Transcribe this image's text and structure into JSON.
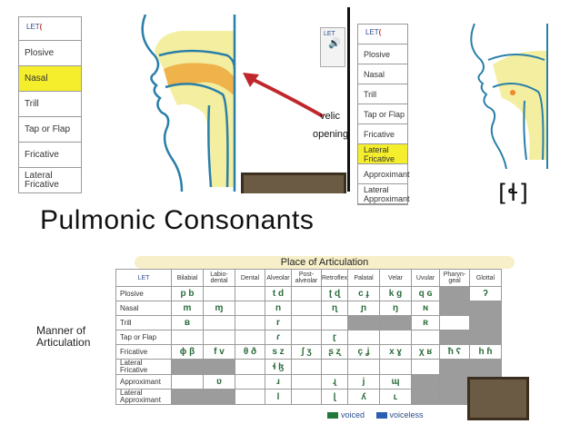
{
  "logo_text": "LET",
  "menu_left": {
    "items": [
      "Plosive",
      "Nasal",
      "Trill",
      "Tap or Flap",
      "Fricative",
      "Lateral Fricative"
    ],
    "active_index": 1
  },
  "menu_right": {
    "items": [
      "Plosive",
      "Nasal",
      "Trill",
      "Tap or Flap",
      "Fricative",
      "Lateral Fricative",
      "Approximant",
      "Lateral Approximant"
    ],
    "active_index": 5
  },
  "annotation_left": "velic opening",
  "symbol_right": "[ɬ]",
  "title": "Pulmonic Consonants",
  "place_of_articulation": "Place of Articulation",
  "manner_of_articulation": "Manner of Articulation",
  "table": {
    "columns": [
      "Bilabial",
      "Labio-dental",
      "Dental",
      "Alveolar",
      "Post-alveolar",
      "Retroflex",
      "Palatal",
      "Velar",
      "Uvular",
      "Pharyn-geal",
      "Glottal"
    ],
    "rows": [
      {
        "label": "Plosive",
        "cells": [
          "p b",
          "",
          "",
          "t d",
          "",
          "ʈ ɖ",
          "c ɟ",
          "k g",
          "q ɢ",
          "",
          "ʔ"
        ]
      },
      {
        "label": "Nasal",
        "cells": [
          "m",
          "ɱ",
          "",
          "n",
          "",
          "ɳ",
          "ɲ",
          "ŋ",
          "ɴ",
          "",
          ""
        ]
      },
      {
        "label": "Trill",
        "cells": [
          "ʙ",
          "",
          "",
          "r",
          "",
          "",
          "",
          "",
          "ʀ",
          "",
          ""
        ]
      },
      {
        "label": "Tap or Flap",
        "cells": [
          "",
          "",
          "",
          "ɾ",
          "",
          "ɽ",
          "",
          "",
          "",
          "",
          ""
        ]
      },
      {
        "label": "Fricative",
        "cells": [
          "ɸ β",
          "f v",
          "θ ð",
          "s z",
          "ʃ ʒ",
          "ʂ ʐ",
          "ç ʝ",
          "x ɣ",
          "χ ʁ",
          "ħ ʕ",
          "h ɦ"
        ]
      },
      {
        "label": "Lateral Fricative",
        "cells": [
          "",
          "",
          "",
          "ɬ ɮ",
          "",
          "",
          "",
          "",
          "",
          "",
          ""
        ]
      },
      {
        "label": "Approximant",
        "cells": [
          "",
          "ʋ",
          "",
          "ɹ",
          "",
          "ɻ",
          "j",
          "ɰ",
          "",
          "",
          ""
        ]
      },
      {
        "label": "Lateral Approximant",
        "cells": [
          "",
          "",
          "",
          "l",
          "",
          "ɭ",
          "ʎ",
          "ʟ",
          "",
          "",
          ""
        ]
      }
    ],
    "grey_cells": [
      [
        1,
        10
      ],
      [
        1,
        9
      ],
      [
        2,
        6
      ],
      [
        2,
        7
      ],
      [
        2,
        10
      ],
      [
        3,
        9
      ],
      [
        3,
        10
      ],
      [
        5,
        0
      ],
      [
        5,
        1
      ],
      [
        5,
        9
      ],
      [
        5,
        10
      ],
      [
        6,
        9
      ],
      [
        6,
        10
      ],
      [
        7,
        0
      ],
      [
        7,
        1
      ],
      [
        7,
        9
      ],
      [
        7,
        10
      ],
      [
        0,
        9
      ],
      [
        4,
        9
      ],
      [
        6,
        8
      ],
      [
        7,
        8
      ]
    ]
  },
  "legend": {
    "voiced": "voiced",
    "voiceless": "voiceless",
    "voiced_color": "#1f7a3a",
    "voiceless_color": "#2b5fb0"
  },
  "colors": {
    "active": "#f5ee2c",
    "tract_yellow": "#f3eea0",
    "tract_orange": "#f0b24a",
    "outline": "#2a7fa8",
    "arrow": "#c0262a"
  }
}
